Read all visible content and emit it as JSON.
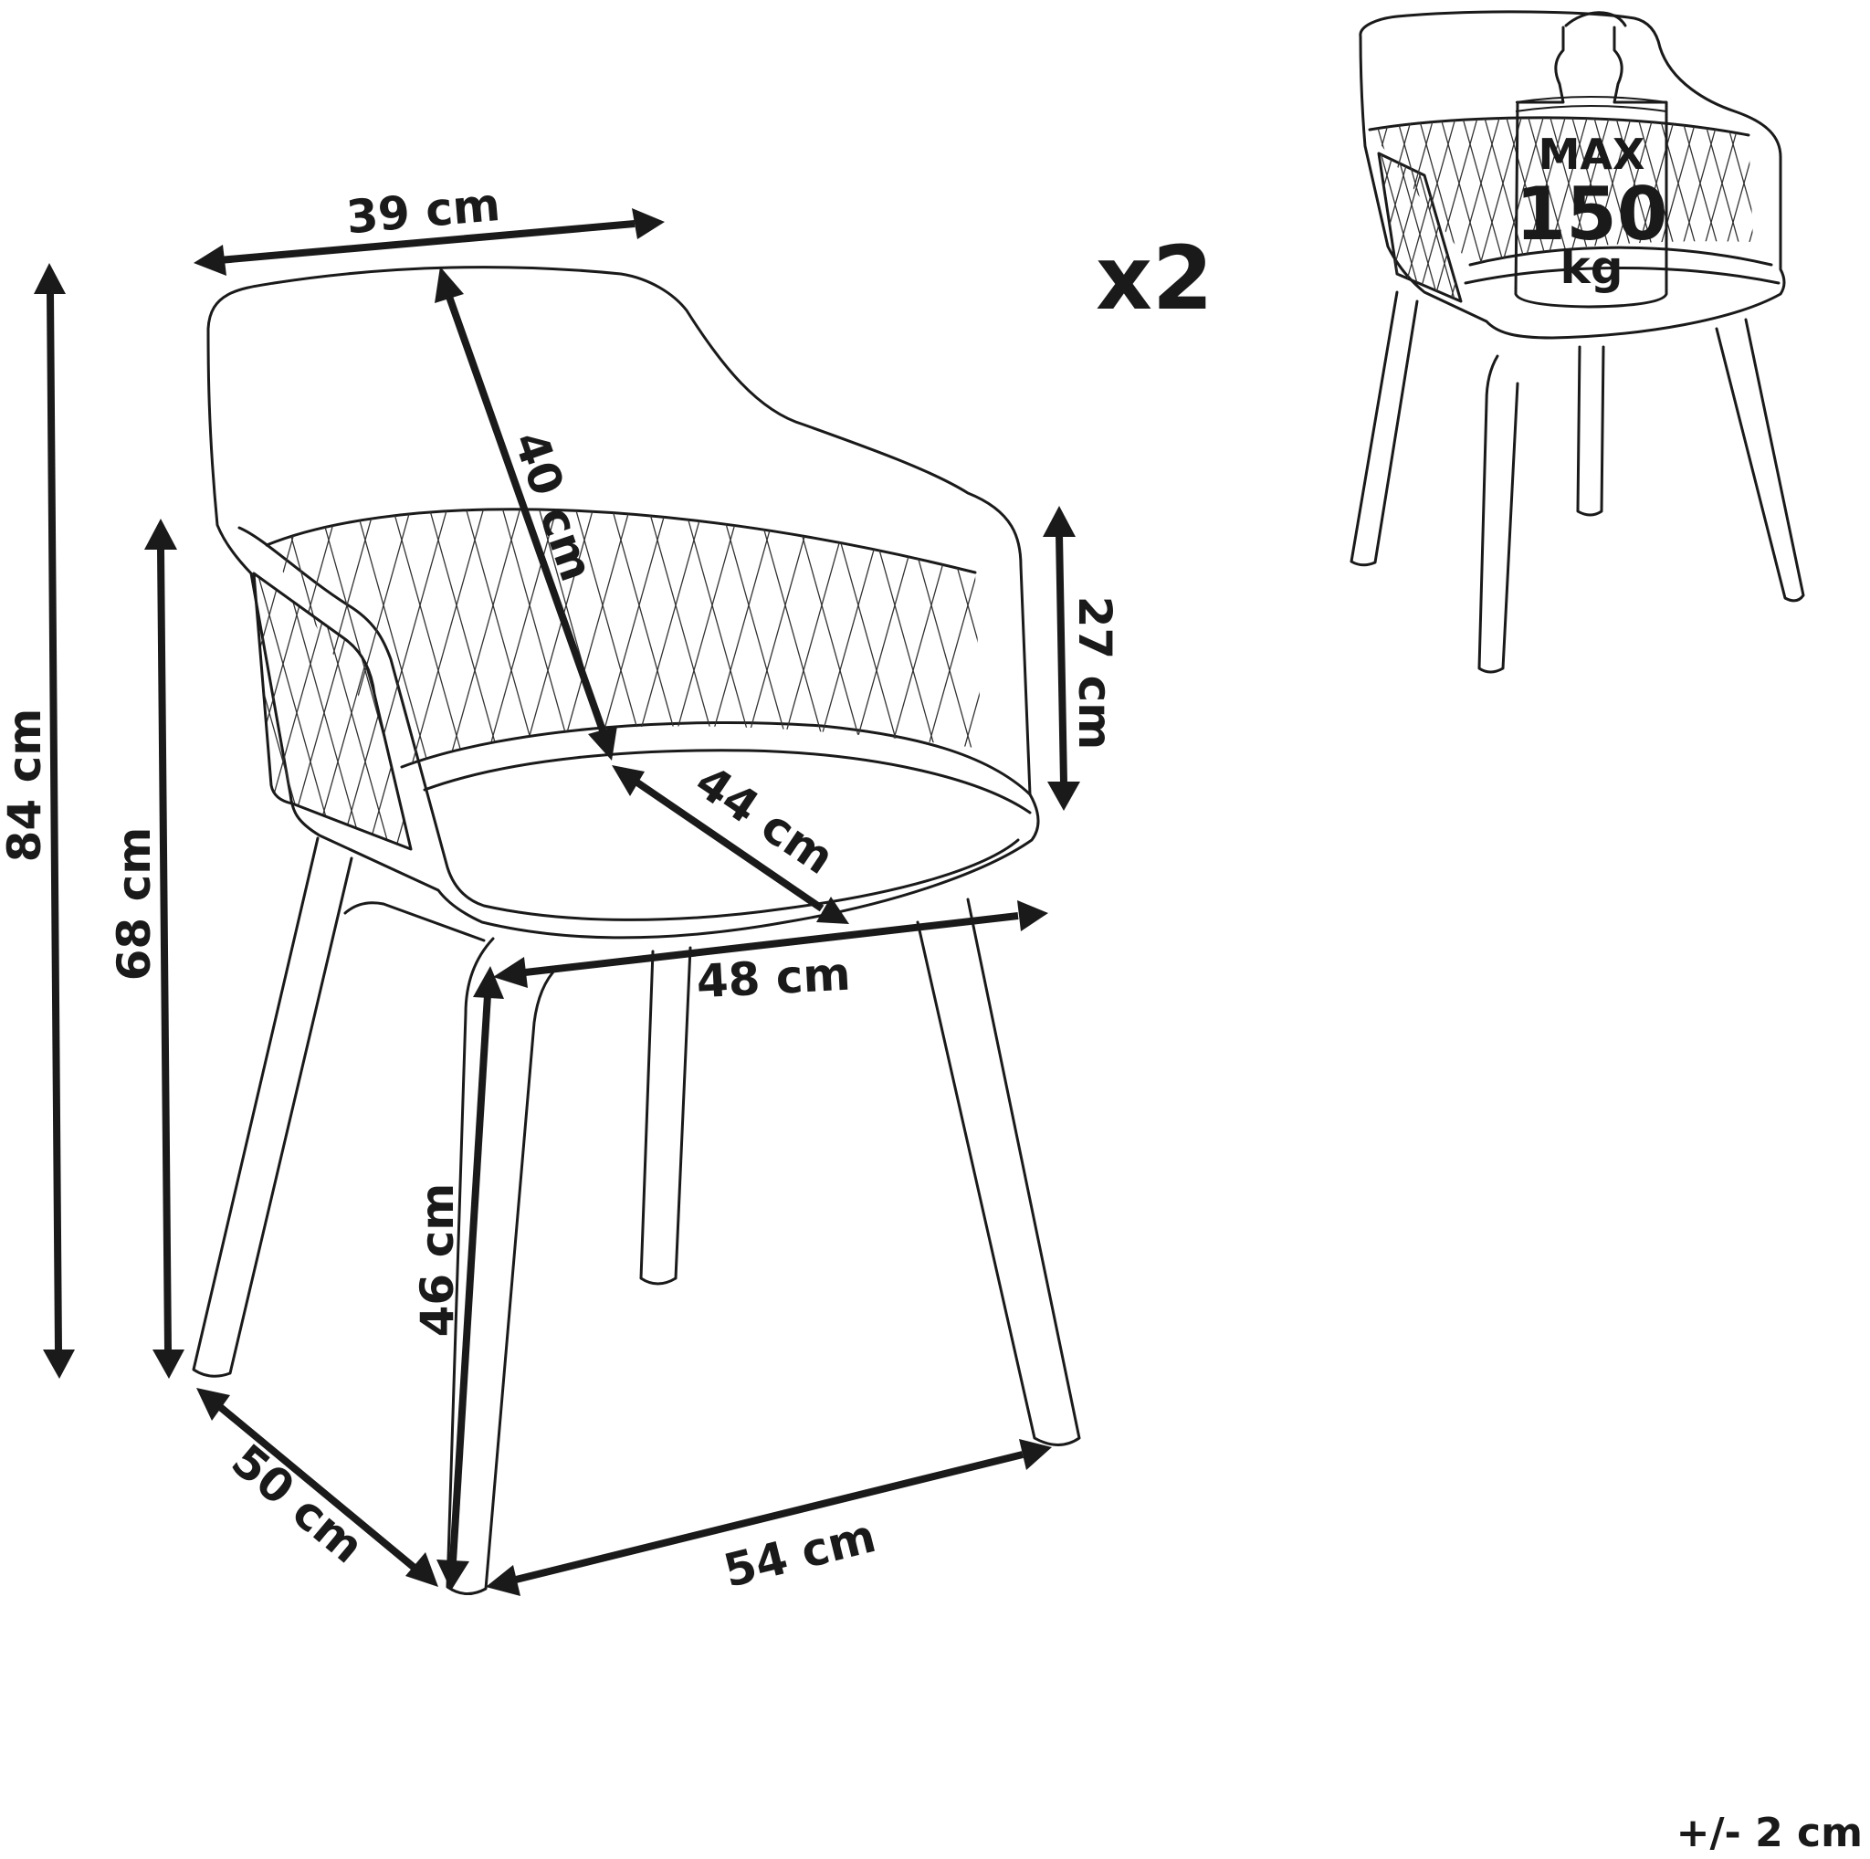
{
  "dimensions": {
    "top_width": "39 cm",
    "backrest_depth": "40 cm",
    "total_height": "84 cm",
    "armrest_height": "68 cm",
    "backrest_height": "27 cm",
    "seat_depth": "44 cm",
    "seat_width": "48 cm",
    "seat_height": "46 cm",
    "base_depth": "50 cm",
    "base_width": "54 cm"
  },
  "quantity": "x2",
  "capacity": {
    "max_label": "MAX",
    "value": "150",
    "unit": "kg"
  },
  "tolerance": "+/- 2 cm"
}
